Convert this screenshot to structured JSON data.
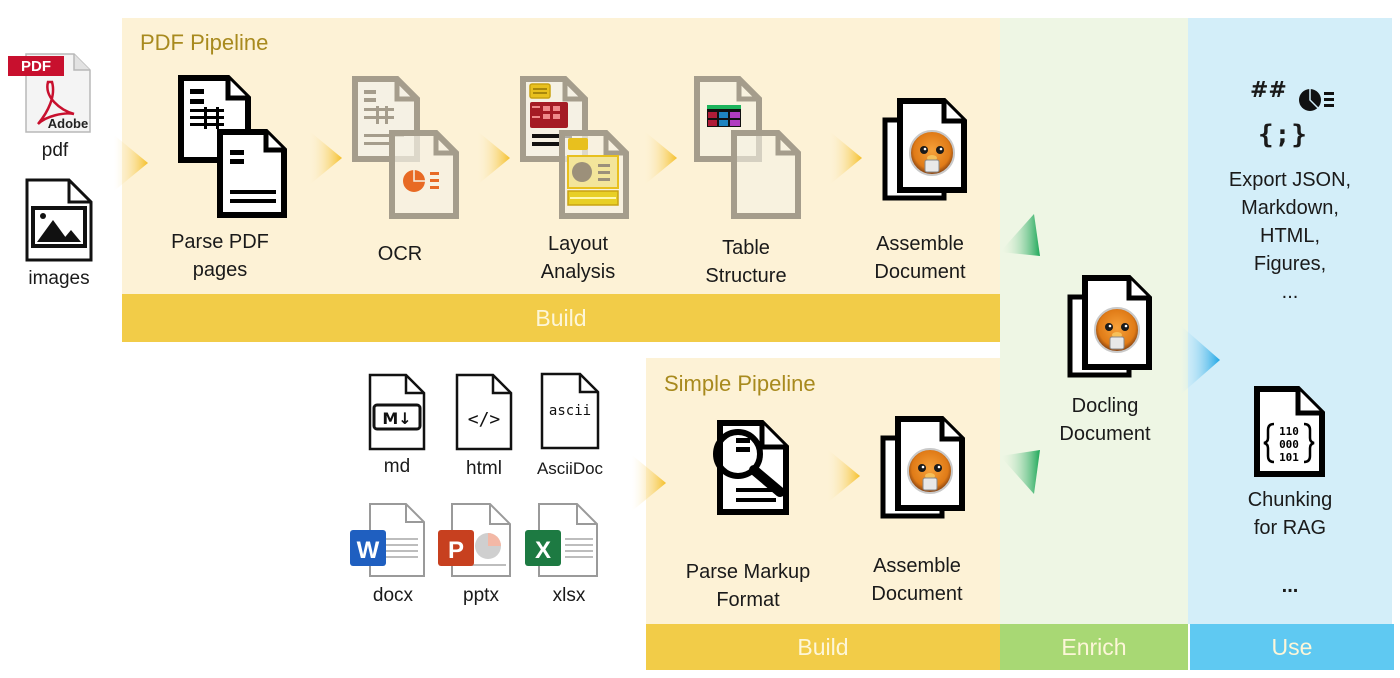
{
  "inputs": {
    "pdf": {
      "label": "pdf",
      "badge": "PDF",
      "brand": "Adobe"
    },
    "images": {
      "label": "images"
    }
  },
  "pdf_pipeline": {
    "title": "PDF Pipeline",
    "steps": [
      {
        "label": "Parse PDF\npages"
      },
      {
        "label": "OCR"
      },
      {
        "label": "Layout\nAnalysis"
      },
      {
        "label": "Table\nStructure"
      },
      {
        "label": "Assemble\nDocument"
      }
    ],
    "stage_label": "Build"
  },
  "markup_inputs": [
    {
      "label": "md",
      "glyph": "M↓"
    },
    {
      "label": "html",
      "glyph": "</>"
    },
    {
      "label": "AsciiDoc",
      "glyph": "ascii"
    },
    {
      "label": "docx",
      "glyph": "W"
    },
    {
      "label": "pptx",
      "glyph": "P"
    },
    {
      "label": "xlsx",
      "glyph": "X"
    }
  ],
  "simple_pipeline": {
    "title": "Simple Pipeline",
    "steps": [
      {
        "label": "Parse Markup\nFormat"
      },
      {
        "label": "Assemble\nDocument"
      }
    ],
    "stage_label": "Build"
  },
  "enrich": {
    "output_label": "Docling\nDocument",
    "stage_label": "Enrich"
  },
  "use": {
    "export_glyph_heading": "##",
    "export_glyph_code": "{;}",
    "export_label": "Export JSON,\nMarkdown,\nHTML,\nFigures,\n...",
    "chunk_bits": [
      "110",
      "000",
      "101"
    ],
    "chunk_label": "Chunking\nfor RAG",
    "more_label": "...",
    "stage_label": "Use"
  },
  "colors": {
    "build": "#f2cc48",
    "enrich": "#a8d874",
    "use": "#5fc9f2",
    "pipeline_bg": "#fdf2d6",
    "title": "#a88a1e",
    "arrow_yellow": "#f5c02a",
    "arrow_green": "#1fa85a",
    "arrow_blue": "#1ea6e6"
  }
}
